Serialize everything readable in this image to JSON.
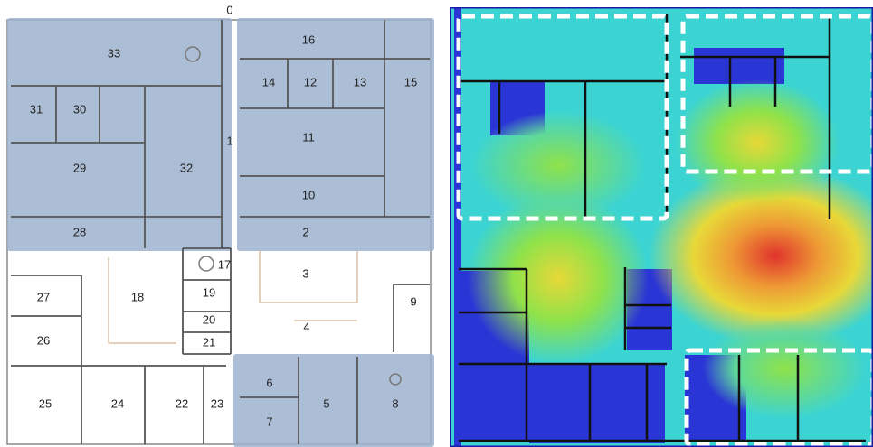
{
  "floorplan": {
    "entrance_label": "0",
    "corridor_label": "1",
    "rooms": [
      "33",
      "16",
      "14",
      "12",
      "13",
      "15",
      "31",
      "30",
      "11",
      "29",
      "32",
      "10",
      "28",
      "2",
      "17",
      "3",
      "27",
      "18",
      "19",
      "9",
      "20",
      "26",
      "4",
      "21",
      "6",
      "5",
      "8",
      "25",
      "24",
      "22",
      "23",
      "7"
    ]
  },
  "colors": {
    "shade_region": "#9db2cf",
    "wall": "#555555",
    "heat_low": "#2a35d6",
    "heat_mid": "#3cd4d2",
    "heat_green": "#8fe24a",
    "heat_yellow": "#e8d838",
    "heat_orange": "#ee9a35",
    "heat_high": "#e0332c",
    "dashed_outline": "#ffffff"
  }
}
